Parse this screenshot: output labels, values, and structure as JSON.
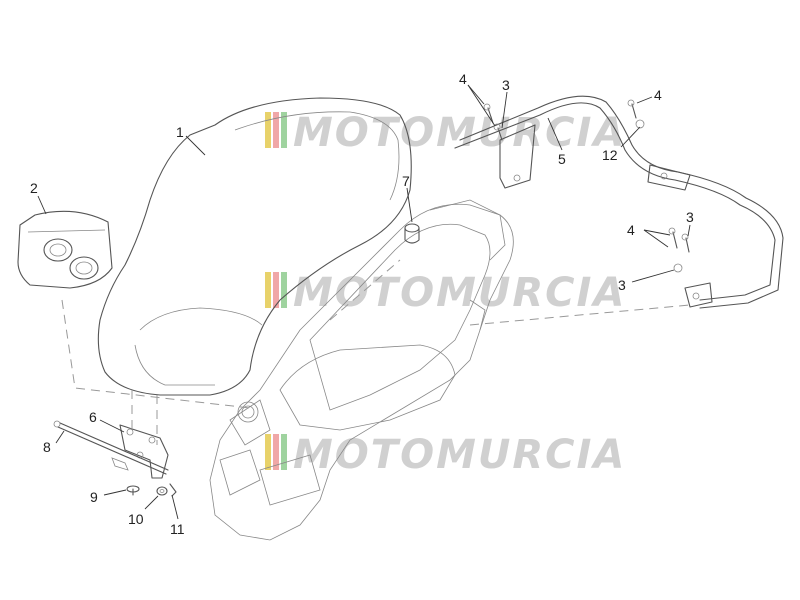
{
  "watermark": {
    "text": "MOTOMURCIA",
    "colors": [
      "#e8d26a",
      "#f0a7a7",
      "#9fd39f",
      "#f4e08a"
    ]
  },
  "callouts": {
    "c1": "1",
    "c2": "2",
    "c3a": "3",
    "c3b": "3",
    "c3c": "3",
    "c4a": "4",
    "c4b": "4",
    "c4c": "4",
    "c5": "5",
    "c6": "6",
    "c7": "7",
    "c8": "8",
    "c9": "9",
    "c10": "10",
    "c11": "11",
    "c12": "12"
  }
}
